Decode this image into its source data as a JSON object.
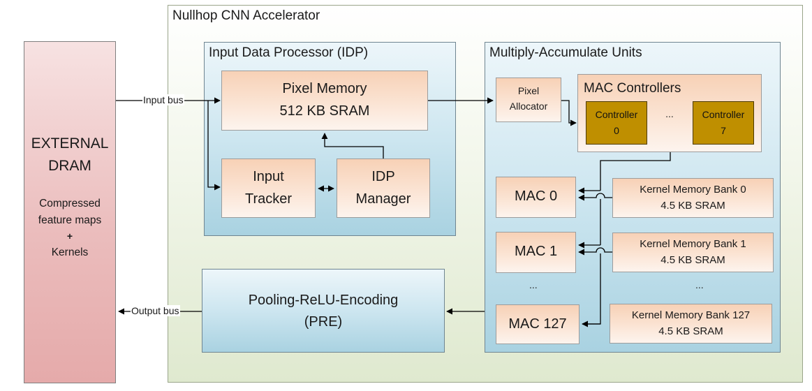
{
  "dram": {
    "title_line1": "EXTERNAL",
    "title_line2": "DRAM",
    "desc_line1": "Compressed",
    "desc_line2": "feature maps",
    "desc_line3": "+",
    "desc_line4": "Kernels"
  },
  "accelerator": {
    "title": "Nullhop CNN Accelerator"
  },
  "buses": {
    "input": "Input bus",
    "output": "Output bus"
  },
  "idp": {
    "title": "Input Data Processor (IDP)",
    "pixel_memory": {
      "line1": "Pixel Memory",
      "line2": "512 KB SRAM"
    },
    "input_tracker": {
      "line1": "Input",
      "line2": "Tracker"
    },
    "idp_manager": {
      "line1": "IDP",
      "line2": "Manager"
    }
  },
  "pre": {
    "line1": "Pooling-ReLU-Encoding",
    "line2": "(PRE)"
  },
  "mac_units": {
    "title": "Multiply-Accumulate Units",
    "pixel_allocator": {
      "line1": "Pixel",
      "line2": "Allocator"
    },
    "mac_controllers": {
      "title": "MAC Controllers",
      "controller_first": {
        "line1": "Controller",
        "line2": "0"
      },
      "controller_last": {
        "line1": "Controller",
        "line2": "7"
      },
      "ellipsis": "..."
    },
    "macs": [
      "MAC 0",
      "MAC 1",
      "MAC 127"
    ],
    "mac_ellipsis": "...",
    "kernel_banks": [
      {
        "line1": "Kernel Memory Bank 0",
        "line2": "4.5 KB SRAM"
      },
      {
        "line1": "Kernel Memory Bank 1",
        "line2": "4.5 KB SRAM"
      },
      {
        "line1": "Kernel Memory Bank 127",
        "line2": "4.5 KB SRAM"
      }
    ],
    "kernel_ellipsis": "..."
  }
}
